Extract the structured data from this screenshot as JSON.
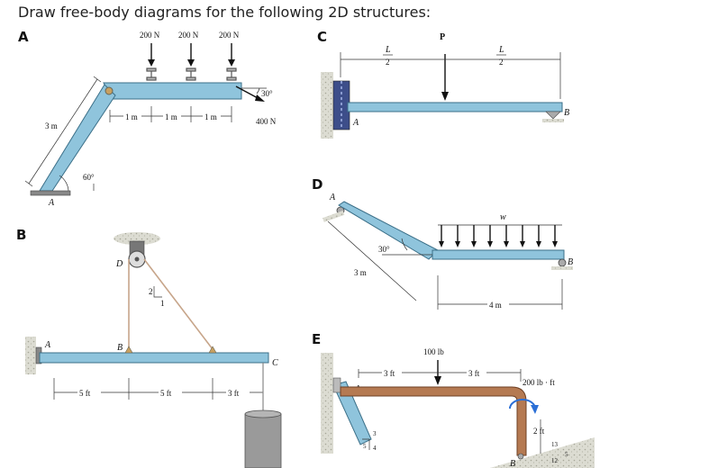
{
  "heading": "Draw free-body diagrams for the following 2D structures:",
  "panels": {
    "A": {
      "label": "A",
      "loads": [
        "200 N",
        "200 N",
        "200 N"
      ],
      "spacings": [
        "1 m",
        "1 m",
        "1 m"
      ],
      "inclined_load": "400 N",
      "inclined_angle": "30°",
      "member_length": "3 m",
      "base_angle": "60°",
      "support": "A"
    },
    "B": {
      "label": "B",
      "points": [
        "A",
        "B",
        "C",
        "D"
      ],
      "spans": [
        "5 ft",
        "5 ft",
        "3 ft"
      ],
      "slope_run": "1",
      "slope_rise": "2"
    },
    "C": {
      "label": "C",
      "half_top": "L",
      "half_bottom": "2",
      "load": "P",
      "points": [
        "A",
        "B"
      ]
    },
    "D": {
      "label": "D",
      "points": [
        "A",
        "B"
      ],
      "angle": "30°",
      "length": "3 m",
      "dist_load": "w",
      "span": "4 m"
    },
    "E": {
      "label": "E",
      "load": "100 lb",
      "spans": [
        "3 ft",
        "3 ft"
      ],
      "moment": "200 lb · ft",
      "height": "2 ft",
      "points": [
        "A",
        "B"
      ],
      "slope_a": [
        "3",
        "4",
        "5"
      ],
      "slope_b": [
        "13",
        "5",
        "12"
      ]
    }
  }
}
